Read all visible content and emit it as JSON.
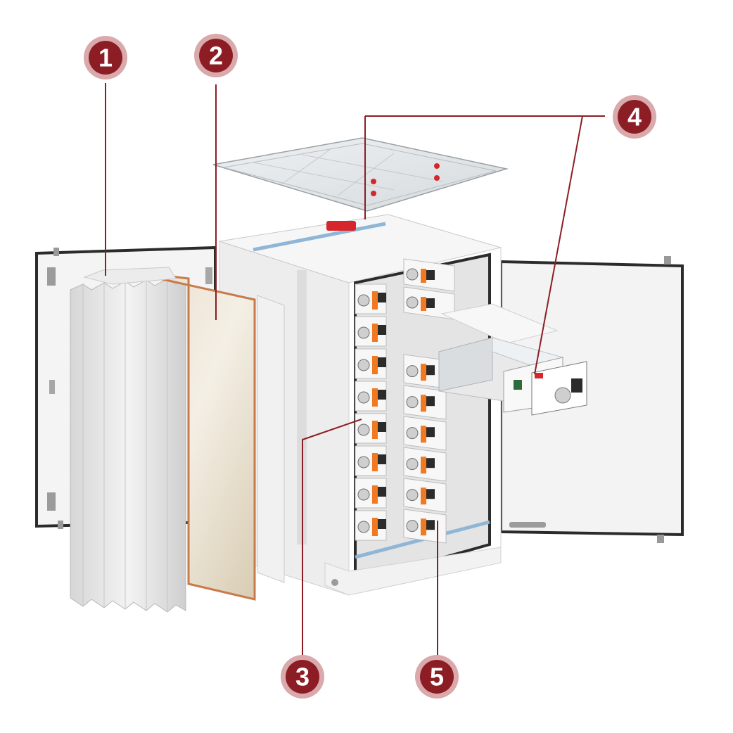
{
  "colors": {
    "callout_fill": "#8c1d24",
    "callout_ring": "#d9a9ab",
    "leader_line": "#8c1d24",
    "accent_orange": "#f07a22",
    "frame_dark": "#2b2b2b",
    "panel_white": "#f2f2f2",
    "insulation_beige": "#e2d6c0",
    "copper_edge": "#c97a4a",
    "red_sensor": "#d6262b",
    "blue_rail": "#8fb6d6"
  },
  "callouts": [
    {
      "id": "1",
      "label": "1"
    },
    {
      "id": "2",
      "label": "2"
    },
    {
      "id": "3",
      "label": "3"
    },
    {
      "id": "4",
      "label": "4"
    },
    {
      "id": "5",
      "label": "5"
    }
  ]
}
